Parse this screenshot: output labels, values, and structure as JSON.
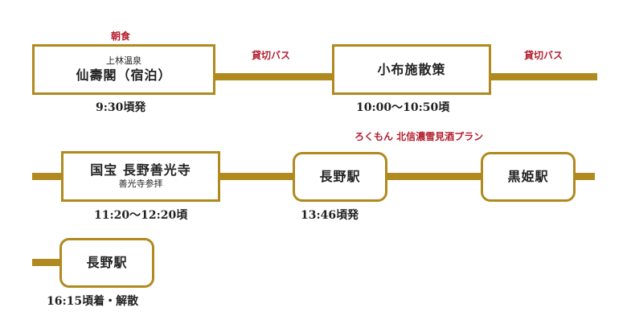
{
  "colors": {
    "accent": "#b08a1e",
    "red": "#b41e2d",
    "text": "#222222"
  },
  "row1": {
    "note_breakfast": "朝食",
    "node1": {
      "sub": "上林温泉",
      "title": "仙壽閣（宿泊）",
      "time": "9:30頃発"
    },
    "bus_label_1": "貸切バス",
    "node2": {
      "title": "小布施散策",
      "time": "10:00〜10:50頃"
    },
    "bus_label_2": "貸切バス"
  },
  "row2": {
    "plan_label": "ろくもん 北信濃雪見酒プラン",
    "node1": {
      "title": "国宝 長野善光寺",
      "sub": "善光寺参拝",
      "time": "11:20〜12:20頃"
    },
    "node2": {
      "title": "長野駅",
      "time": "13:46頃発"
    },
    "node3": {
      "title": "黒姫駅"
    }
  },
  "row3": {
    "node1": {
      "title": "長野駅",
      "time": "16:15頃着・解散"
    }
  }
}
